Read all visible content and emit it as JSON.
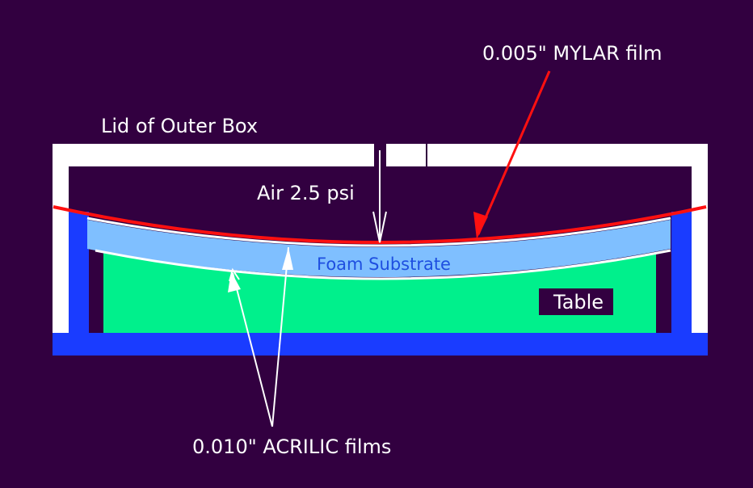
{
  "diagram": {
    "labels": {
      "mylar": "0.005\" MYLAR film",
      "lid": "Lid of Outer Box",
      "air": "Air 2.5 psi",
      "foam": "Foam Substrate",
      "table": "Table",
      "acrilic": "0.010\" ACRILIC films"
    },
    "colors": {
      "background": "#320040",
      "lid": "#ffffff",
      "base": "#1a3cff",
      "table": "#00f08c",
      "foam": "#7fbfff",
      "mylar": "#ff1010",
      "acrilic": "#ffffff",
      "foam_text": "#1e4fe0"
    }
  }
}
